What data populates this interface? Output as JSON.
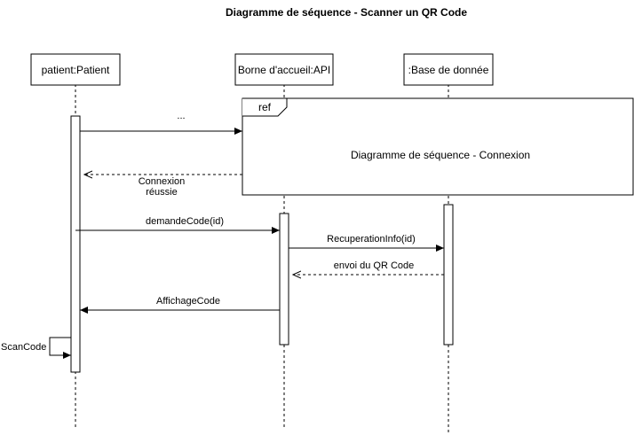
{
  "title": "Diagramme de séquence - Scanner un QR Code",
  "participants": [
    {
      "id": "patient",
      "label": "patient:Patient"
    },
    {
      "id": "borne",
      "label": "Borne d'accueil:API"
    },
    {
      "id": "bdd",
      "label": ":Base de donnée"
    }
  ],
  "ref_frame": {
    "tag": "ref",
    "label": "Diagramme de séquence - Connexion"
  },
  "messages": [
    {
      "id": "m1",
      "label": "...",
      "style": "solid"
    },
    {
      "id": "m2",
      "label_line1": "Connexion",
      "label_line2": "réussie",
      "style": "dashed"
    },
    {
      "id": "m3",
      "label": "demandeCode(id)",
      "style": "solid"
    },
    {
      "id": "m4",
      "label": "RecuperationInfo(id)",
      "style": "solid"
    },
    {
      "id": "m5",
      "label": "envoi du QR Code",
      "style": "dashed"
    },
    {
      "id": "m6",
      "label": "AffichageCode",
      "style": "solid"
    },
    {
      "id": "m7",
      "label": "ScanCode",
      "style": "self"
    }
  ],
  "colors": {
    "line": "#000000",
    "box_fill": "#ffffff",
    "box_stroke": "#000000"
  }
}
